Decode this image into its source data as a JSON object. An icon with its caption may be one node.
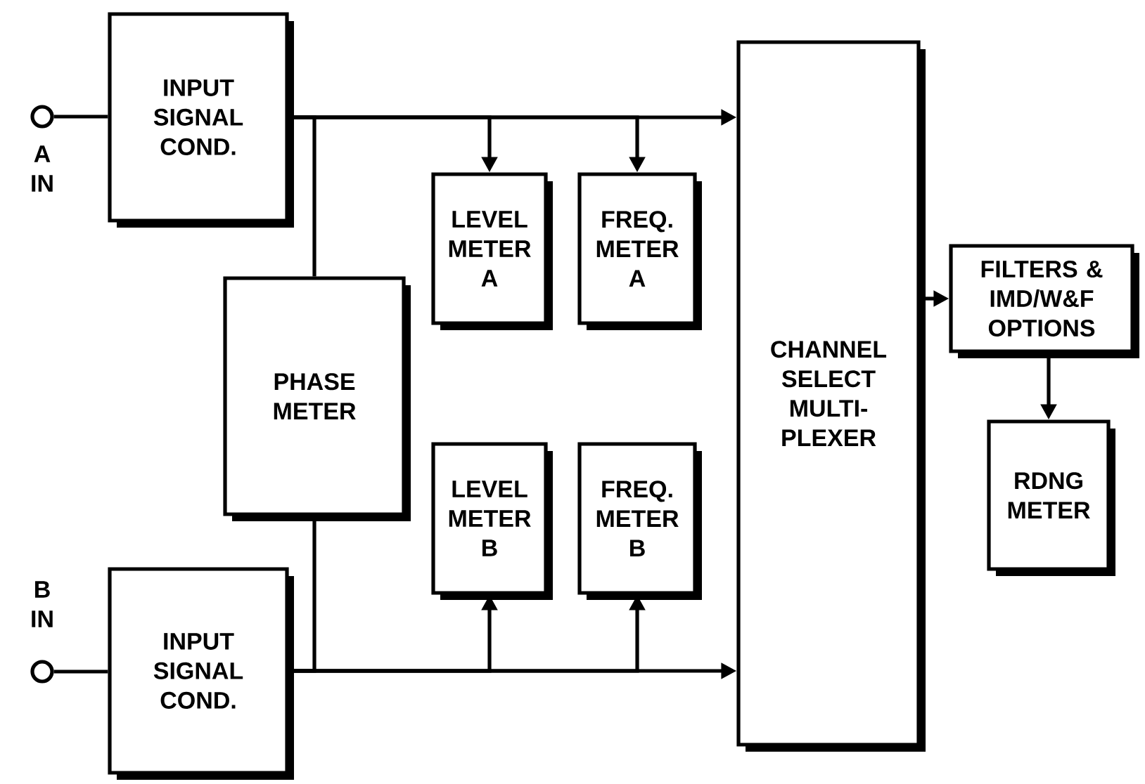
{
  "diagram": {
    "nodes": [
      {
        "text": [],
        "shape": "circle",
        "beside": [
          "A IN"
        ]
      },
      {
        "text": [
          "INPUT SIGNAL COND."
        ]
      },
      {
        "text": [
          "PHASE METER"
        ]
      },
      {
        "text": [
          "LEVEL METER A"
        ]
      },
      {
        "text": [
          "FREQ. METER A"
        ]
      },
      {
        "text": [
          "LEVEL METER B"
        ]
      },
      {
        "text": [
          "FREQ. METER B"
        ]
      },
      {
        "text": [
          "CHANNEL SELECT MULTI- PLEXER"
        ]
      },
      {
        "text": [
          "FILTERS & IMD/W&F OPTIONS"
        ]
      },
      {
        "text": [
          "RDNG METER"
        ]
      },
      {
        "text": [],
        "shape": "circle",
        "beside": [
          "B IN"
        ]
      },
      {
        "text": [
          "INPUT SIGNAL COND."
        ]
      }
    ],
    "edges": [
      {
        "from": 0,
        "to": 1,
        "arrow": "none"
      },
      {
        "from": 1,
        "to": 7,
        "arrow": "to"
      },
      {
        "from": 1,
        "to": 2,
        "arrow": "none"
      },
      {
        "from": 1,
        "to": 3,
        "arrow": "to"
      },
      {
        "from": 1,
        "to": 4,
        "arrow": "to"
      },
      {
        "from": 10,
        "to": 11,
        "arrow": "none"
      },
      {
        "from": 11,
        "to": 7,
        "arrow": "to"
      },
      {
        "from": 11,
        "to": 2,
        "arrow": "none"
      },
      {
        "from": 11,
        "to": 5,
        "arrow": "to"
      },
      {
        "from": 11,
        "to": 6,
        "arrow": "to"
      },
      {
        "from": 7,
        "to": 8,
        "arrow": "to"
      },
      {
        "from": 8,
        "to": 9,
        "arrow": "to"
      }
    ]
  }
}
